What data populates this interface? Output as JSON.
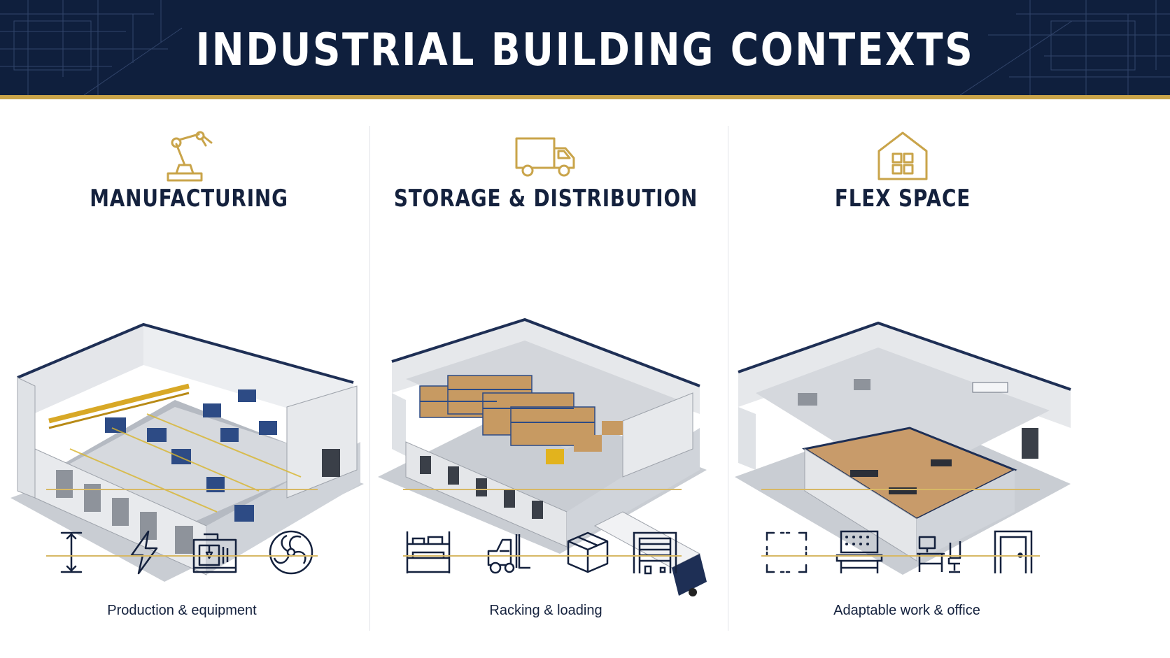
{
  "title": "INDUSTRIAL BUILDING CONTEXTS",
  "colors": {
    "navy": "#0f1f3d",
    "gold": "#c9a44a",
    "line_gold": "#d7b865"
  },
  "panels": [
    {
      "title": "MANUFACTURING",
      "icon": "robotic-arm-icon",
      "caption": "Production & equipment",
      "features": [
        "ceiling-height-icon",
        "power-lightning-icon",
        "cnc-machine-icon",
        "ventilation-fan-icon"
      ]
    },
    {
      "title": "STORAGE & DISTRIBUTION",
      "icon": "delivery-truck-icon",
      "caption": "Racking & loading",
      "features": [
        "pallet-racking-icon",
        "forklift-icon",
        "package-box-icon",
        "loading-dock-door-icon"
      ]
    },
    {
      "title": "FLEX SPACE",
      "icon": "house-building-icon",
      "caption": "Adaptable work & office",
      "features": [
        "flexible-area-icon",
        "workbench-pegboard-icon",
        "office-desk-icon",
        "door-icon"
      ]
    }
  ]
}
